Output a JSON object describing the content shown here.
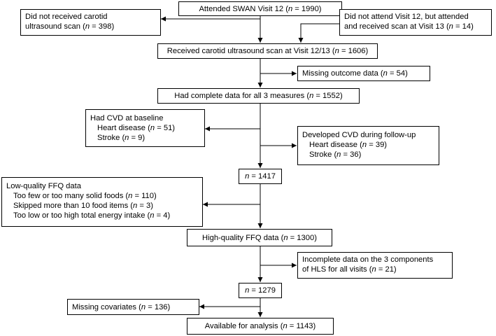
{
  "boxes": {
    "attended_v12": "Attended SWAN Visit 12 (n = 1990)",
    "no_scan": [
      "Did not received carotid",
      "ultrasound scan (n = 398)"
    ],
    "visit13": [
      "Did not attend Visit 12, but attended",
      "and received scan at Visit 13 (n = 14)"
    ],
    "received_scan": "Received carotid ultrasound scan at Visit 12/13 (n = 1606)",
    "missing_outcome": "Missing outcome data (n = 54)",
    "complete_data": "Had complete data for all 3 measures (n = 1552)",
    "cvd_baseline": [
      "Had CVD at baseline",
      "Heart disease (n = 51)",
      "Stroke (n = 9)"
    ],
    "cvd_followup": [
      "Developed CVD during follow-up",
      "Heart disease (n = 39)",
      "Stroke (n = 36)"
    ],
    "n1417": "n = 1417",
    "low_ffq": [
      "Low-quality FFQ data",
      "Too few or too many solid foods (n = 110)",
      "Skipped more than 10 food items (n = 3)",
      "Too low or too high total energy intake (n = 4)"
    ],
    "high_ffq": "High-quality FFQ data (n = 1300)",
    "incomplete_hls": [
      "Incomplete data on the 3 components",
      "of HLS for all visits (n = 21)"
    ],
    "n1279": "n = 1279",
    "missing_cov": "Missing covariates (n = 136)",
    "available": "Available for analysis (n = 1143)"
  }
}
